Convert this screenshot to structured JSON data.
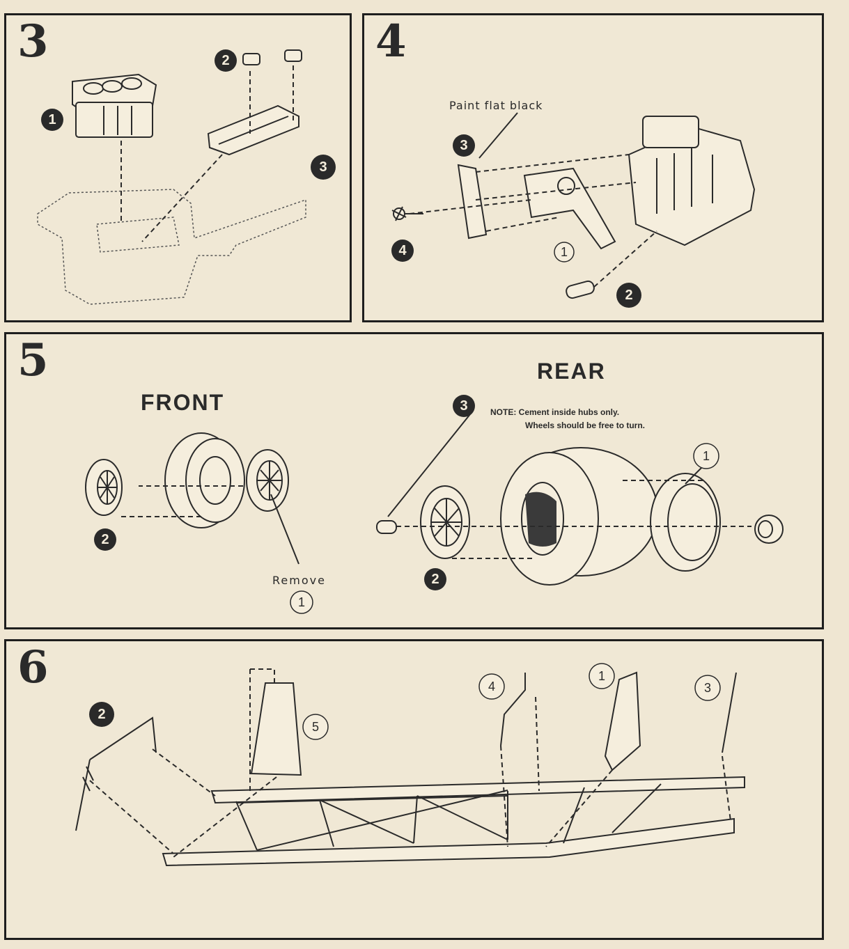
{
  "steps": {
    "s3": {
      "number": "3",
      "parts": [
        "1",
        "2",
        "3"
      ]
    },
    "s4": {
      "number": "4",
      "paint_note": "Paint flat black",
      "parts": [
        "3",
        "4",
        "1",
        "2"
      ]
    },
    "s5": {
      "number": "5",
      "front_label": "FRONT",
      "rear_label": "REAR",
      "note_line1": "NOTE: Cement inside hubs only.",
      "note_line2": "Wheels should be free to turn.",
      "remove_label": "Remove",
      "parts": [
        "2",
        "1",
        "3",
        "1",
        "2"
      ]
    },
    "s6": {
      "number": "6",
      "parts": [
        "2",
        "5",
        "4",
        "1",
        "3"
      ]
    }
  }
}
